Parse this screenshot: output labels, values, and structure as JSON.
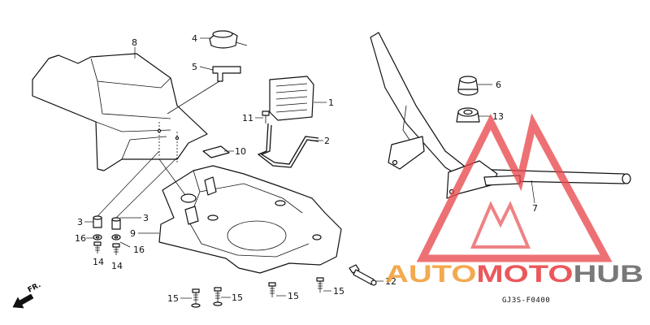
{
  "diagram": {
    "code": "GJ3S-F0400",
    "direction": "FR.",
    "callouts": [
      "8",
      "4",
      "5",
      "1",
      "11",
      "2",
      "10",
      "6",
      "13",
      "7",
      "9",
      "3",
      "3",
      "16",
      "16",
      "14",
      "14",
      "15",
      "15",
      "15",
      "15",
      "12"
    ]
  },
  "watermark": {
    "part1": "AUTO",
    "part2": "MOTO",
    "part3": "HUB",
    "color_orange": "#f2a03d",
    "color_red": "#e8474a",
    "color_gray": "#6b6b6b"
  }
}
